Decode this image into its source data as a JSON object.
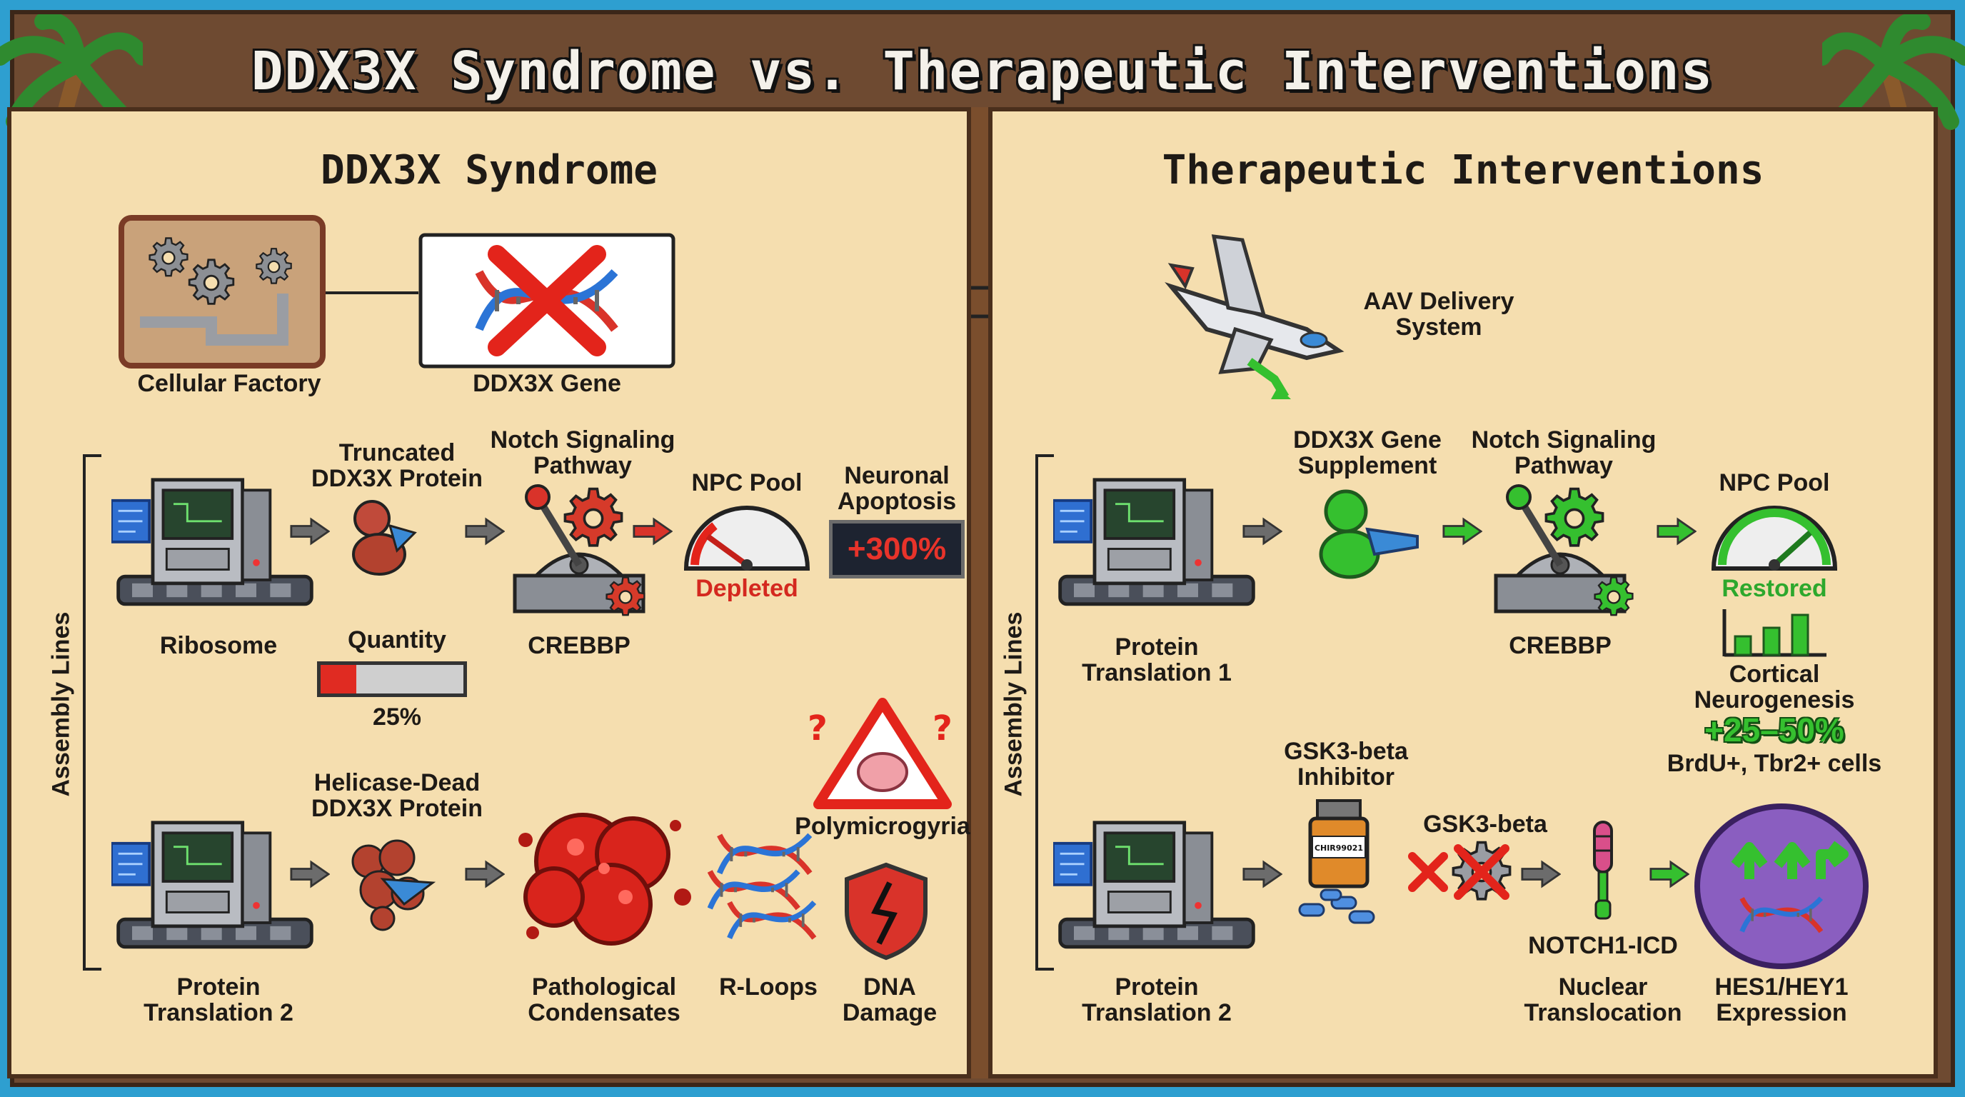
{
  "title": "DDX3X Syndrome vs. Therapeutic Interventions",
  "left": {
    "heading": "DDX3X Syndrome",
    "cellular_factory": "Cellular Factory",
    "gene": "DDX3X Gene",
    "assembly_lines": "Assembly Lines",
    "ribosome": "Ribosome",
    "truncated_protein": [
      "Truncated",
      "DDX3X Protein"
    ],
    "notch": [
      "Notch Signaling",
      "Pathway"
    ],
    "crebbp": "CREBBP",
    "npc_pool": "NPC Pool",
    "npc_status": "Depleted",
    "apoptosis": [
      "Neuronal",
      "Apoptosis"
    ],
    "apoptosis_value": "+300%",
    "quantity_label": "Quantity",
    "quantity_value": "25%",
    "quantity_fraction": 0.25,
    "helicase": [
      "Helicase-Dead",
      "DDX3X Protein"
    ],
    "translation2": [
      "Protein",
      "Translation 2"
    ],
    "condensates": [
      "Pathological",
      "Condensates"
    ],
    "rloops": "R-Loops",
    "dna_damage": [
      "DNA",
      "Damage"
    ],
    "polymicrogyria": "Polymicrogyria"
  },
  "right": {
    "heading": "Therapeutic Interventions",
    "aav": [
      "AAV Delivery",
      "System"
    ],
    "assembly_lines": "Assembly Lines",
    "translation1": [
      "Protein",
      "Translation 1"
    ],
    "supplement": [
      "DDX3X Gene",
      "Supplement"
    ],
    "notch": [
      "Notch Signaling",
      "Pathway"
    ],
    "crebbp": "CREBBP",
    "npc_pool": "NPC Pool",
    "npc_status": "Restored",
    "cortical": [
      "Cortical",
      "Neurogenesis"
    ],
    "cortical_value": "+25–50%",
    "cortical_cells": "BrdU+, Tbr2+ cells",
    "gsk_inhibitor": [
      "GSK3-beta",
      "Inhibitor"
    ],
    "bottle_label": "CHIR99021",
    "gsk": "GSK3-beta",
    "notch_icd": "NOTCH1-ICD",
    "nuclear": [
      "Nuclear",
      "Translocation"
    ],
    "translation2": [
      "Protein",
      "Translation 2"
    ],
    "hes": [
      "HES1/HEY1",
      "Expression"
    ]
  },
  "colors": {
    "panel": "#f5deaf",
    "frame": "#6e4a31",
    "disease_red": "#d4281f",
    "therapy_green": "#35c02f",
    "arrow_gray": "#6c6c6c"
  }
}
